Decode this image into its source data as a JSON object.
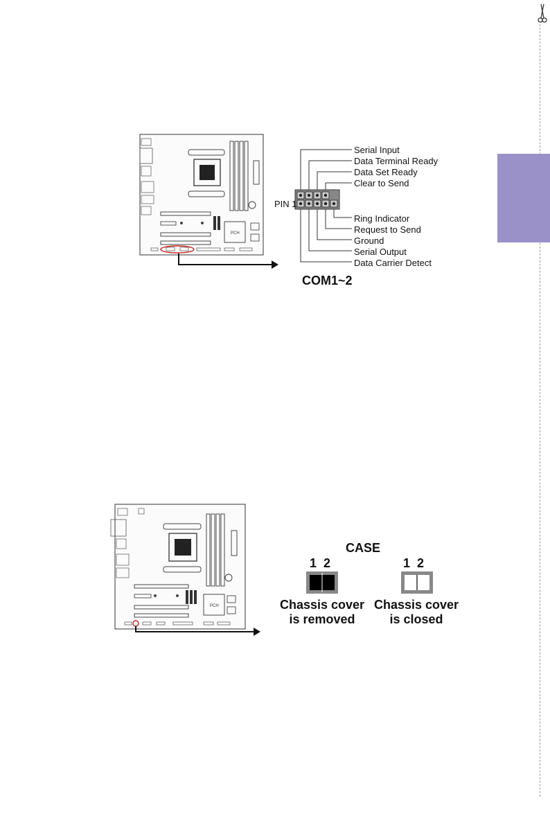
{
  "com_diagram": {
    "pin1_label": "PIN 1",
    "pins": [
      "Serial Input",
      "Data Terminal Ready",
      "Data Set Ready",
      "Clear to Send",
      "Ring Indicator",
      "Request to Send",
      "Ground",
      "Serial Output",
      "Data Carrier Detect"
    ],
    "title": "COM1~2"
  },
  "case_diagram": {
    "title": "CASE",
    "removed": {
      "pin_numbers": "1  2",
      "caption_line1": "Chassis cover",
      "caption_line2": "is removed"
    },
    "closed": {
      "pin_numbers": "1  2",
      "caption_line1": "Chassis cover",
      "caption_line2": "is closed"
    }
  },
  "board_labels": {
    "pch": "PCH"
  },
  "colors": {
    "tab": "#9b91c9",
    "highlight": "#cc2222",
    "header_fill": "#888888"
  }
}
